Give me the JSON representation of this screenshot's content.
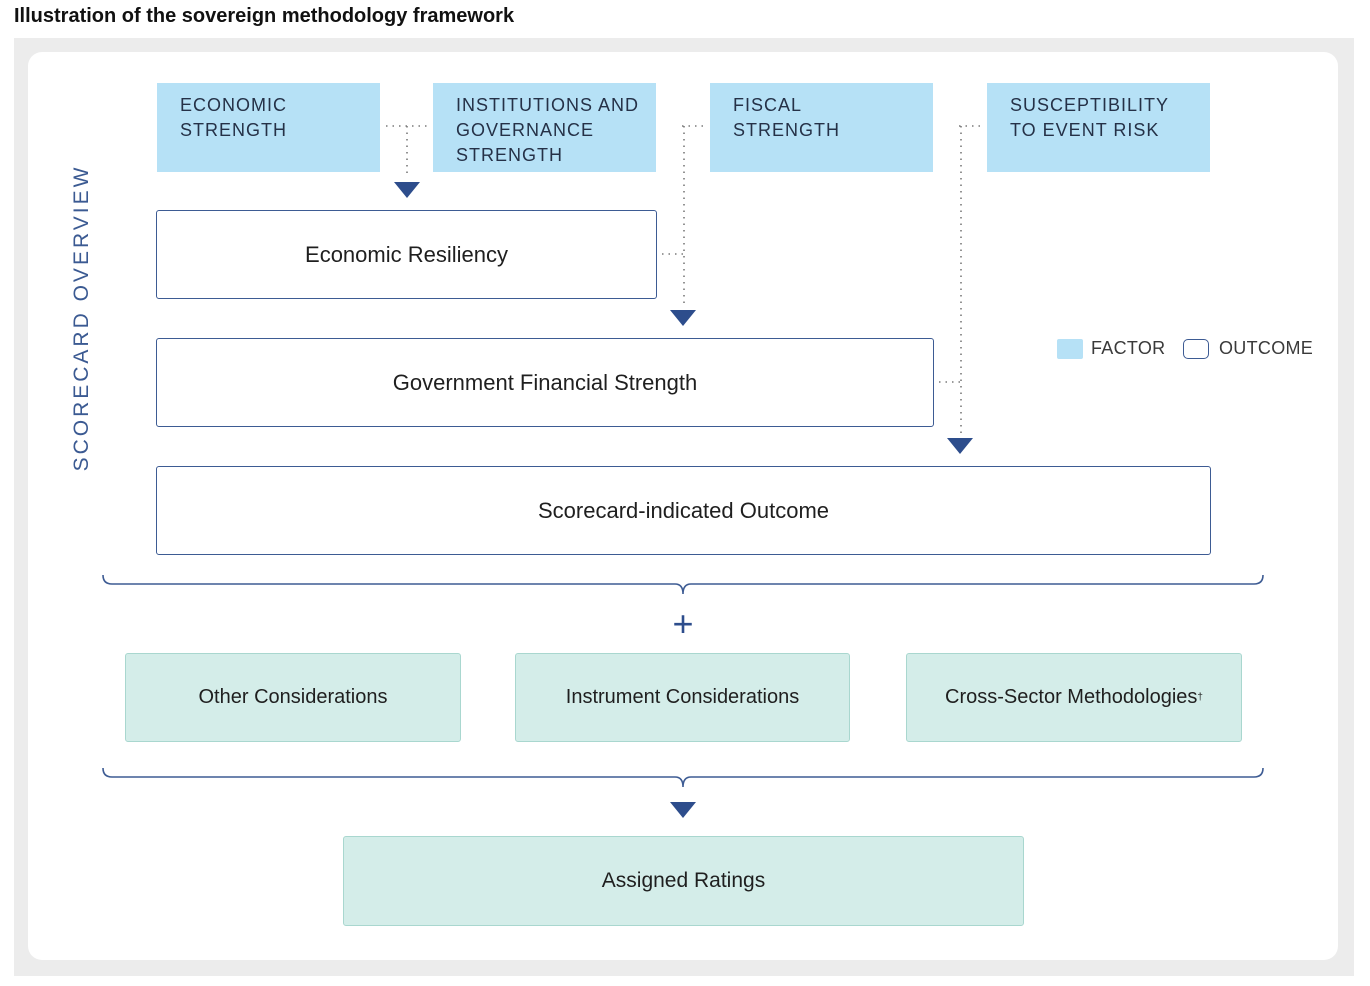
{
  "title": "Illustration of the sovereign methodology framework",
  "side_label": "SCORECARD OVERVIEW",
  "factors": [
    {
      "label": "ECONOMIC\nSTRENGTH"
    },
    {
      "label": "INSTITUTIONS AND\nGOVERNANCE\nSTRENGTH"
    },
    {
      "label": "FISCAL\nSTRENGTH"
    },
    {
      "label": "SUSCEPTIBILITY\nTO EVENT RISK"
    }
  ],
  "outcomes": {
    "economic_resiliency": "Economic Resiliency",
    "government_financial_strength": "Government Financial Strength",
    "scorecard_indicated_outcome": "Scorecard-indicated Outcome"
  },
  "plus_symbol": "+",
  "considerations": {
    "other": "Other Considerations",
    "instrument": "Instrument Considerations",
    "cross_sector": "Cross-Sector Methodologies",
    "cross_sector_mark": "†"
  },
  "assigned_ratings": "Assigned Ratings",
  "legend": {
    "factor": "FACTOR",
    "outcome": "OUTCOME"
  },
  "colors": {
    "factor_fill": "#b6e1f6",
    "outcome_border": "#3d5b93",
    "consideration_fill": "#d4ede9",
    "accent": "#3b5a92"
  }
}
